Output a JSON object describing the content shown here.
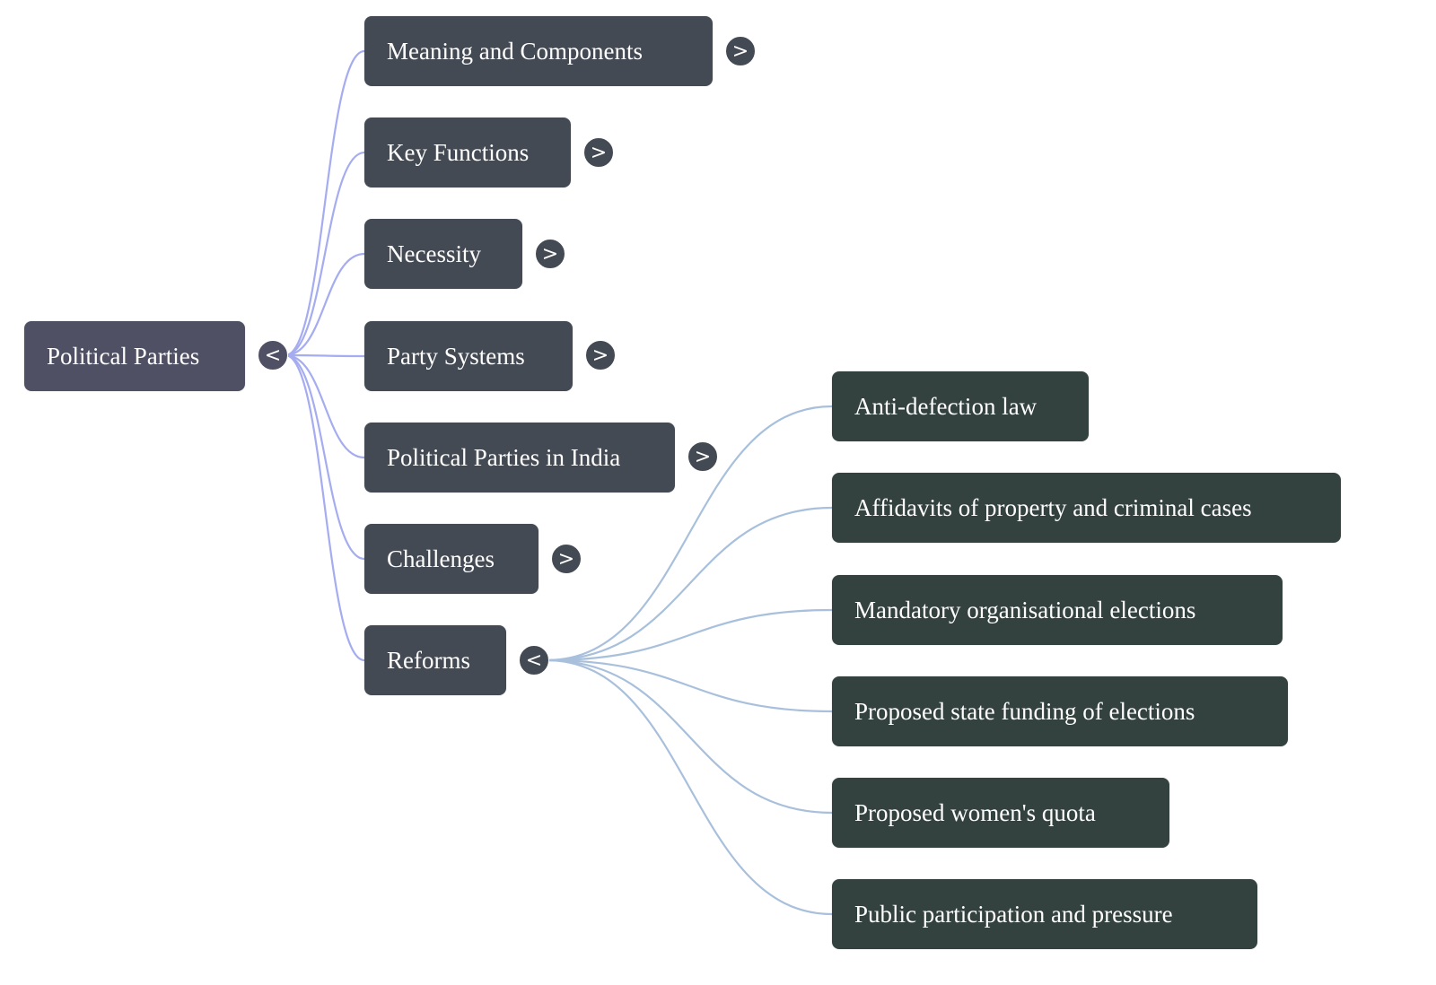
{
  "mindmap": {
    "root": {
      "label": "Political Parties",
      "toggle": "<",
      "expanded": true
    },
    "branches": [
      {
        "label": "Meaning and Components",
        "toggle": ">",
        "expanded": false
      },
      {
        "label": "Key Functions",
        "toggle": ">",
        "expanded": false
      },
      {
        "label": "Necessity",
        "toggle": ">",
        "expanded": false
      },
      {
        "label": "Party Systems",
        "toggle": ">",
        "expanded": false
      },
      {
        "label": "Political Parties in India",
        "toggle": ">",
        "expanded": false
      },
      {
        "label": "Challenges",
        "toggle": ">",
        "expanded": false
      },
      {
        "label": "Reforms",
        "toggle": "<",
        "expanded": true,
        "children": [
          {
            "label": "Anti-defection law"
          },
          {
            "label": "Affidavits of property and criminal cases"
          },
          {
            "label": "Mandatory organisational elections"
          },
          {
            "label": "Proposed state funding of elections"
          },
          {
            "label": "Proposed women's quota"
          },
          {
            "label": "Public participation and pressure"
          }
        ]
      }
    ],
    "colors": {
      "root_node": "#4f5064",
      "branch_node": "#444a54",
      "leaf_node": "#33423f",
      "root_edges": "#a5acf0",
      "reform_edges": "#a8c0dc"
    }
  }
}
